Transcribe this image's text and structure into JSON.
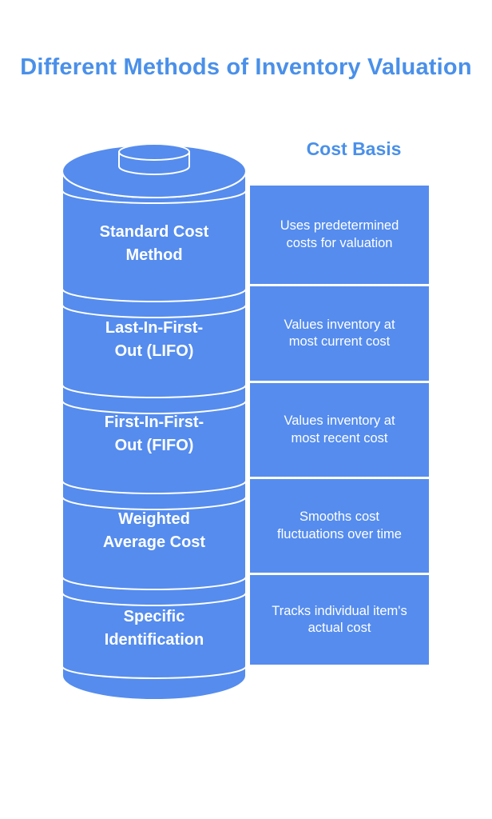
{
  "title": "Different Methods of Inventory Valuation",
  "column_header": "Cost Basis",
  "colors": {
    "accent_text": "#4a90e9",
    "shape_fill": "#558cee",
    "outline": "#ffffff",
    "background": "#ffffff",
    "label_text": "#ffffff"
  },
  "chart_data": {
    "type": "table",
    "title": "Different Methods of Inventory Valuation",
    "columns": [
      "Method",
      "Cost Basis"
    ],
    "rows": [
      [
        "Standard Cost Method",
        "Uses predetermined costs for valuation"
      ],
      [
        "Last-In-First-Out (LIFO)",
        "Values inventory at most current cost"
      ],
      [
        "First-In-First-Out (FIFO)",
        "Values inventory at most recent cost"
      ],
      [
        "Weighted Average Cost",
        "Smooths cost fluctuations over time"
      ],
      [
        "Specific Identification",
        "Tracks individual item's actual cost"
      ]
    ]
  },
  "methods": [
    {
      "name": "Standard Cost Method",
      "name_line1": "Standard Cost",
      "name_line2": "Method",
      "cost_basis": "Uses predetermined costs for valuation"
    },
    {
      "name": "Last-In-First-Out (LIFO)",
      "name_line1": "Last-In-First-",
      "name_line2": "Out (LIFO)",
      "cost_basis": "Values inventory at most current cost"
    },
    {
      "name": "First-In-First-Out (FIFO)",
      "name_line1": "First-In-First-",
      "name_line2": "Out (FIFO)",
      "cost_basis": "Values inventory at most recent cost"
    },
    {
      "name": "Weighted Average Cost",
      "name_line1": "Weighted",
      "name_line2": "Average Cost",
      "cost_basis": "Smooths cost fluctuations over time"
    },
    {
      "name": "Specific Identification",
      "name_line1": "Specific",
      "name_line2": "Identification",
      "cost_basis": "Tracks individual item's actual cost"
    }
  ]
}
